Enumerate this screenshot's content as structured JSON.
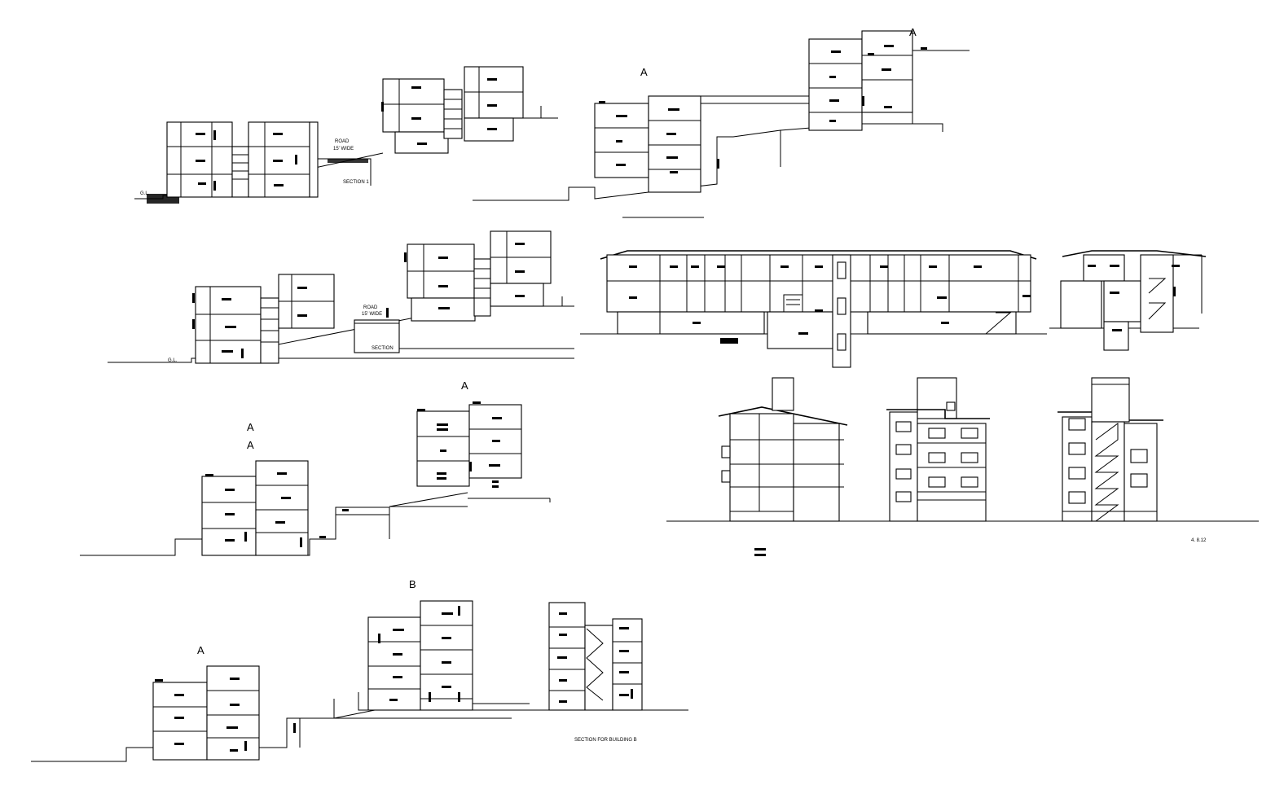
{
  "sheet": {
    "labels": {
      "a1": "A",
      "a2": "A",
      "a3": "A",
      "a4": "A",
      "a5": "A",
      "a6": "A",
      "b1": "B"
    },
    "road1": {
      "line1": "ROAD",
      "line2": "15' WIDE"
    },
    "road2": {
      "line1": "ROAD",
      "line2": "15' WIDE"
    },
    "section1": "SECTION 1",
    "section2": "SECTION",
    "gl1": "G.L.",
    "gl2": "G.L.",
    "section_b": "SECTION FOR BUILDING B",
    "sheet_no": "4. 8.12"
  }
}
